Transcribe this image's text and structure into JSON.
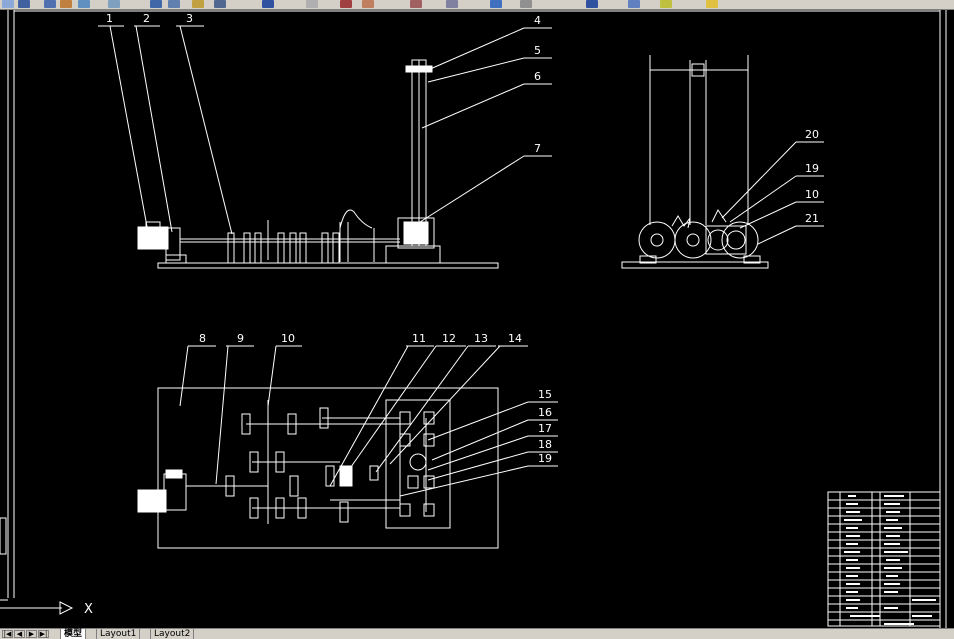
{
  "app": {
    "toolbar_icons": [
      "new-icon",
      "save-icon",
      "undo-icon",
      "redo-icon",
      "pan-icon",
      "zoom-icon",
      "zoom-window-icon",
      "zoom-previous-icon",
      "properties-icon",
      "design-center-icon",
      "tool-palette-icon",
      "layer-icon",
      "color-icon"
    ]
  },
  "callouts": {
    "c1": "1",
    "c2": "2",
    "c3": "3",
    "c4": "4",
    "c5": "5",
    "c6": "6",
    "c7": "7",
    "c8": "8",
    "c9": "9",
    "c10": "10",
    "c11": "11",
    "c12": "12",
    "c13": "13",
    "c14": "14",
    "c15": "15",
    "c16": "16",
    "c17": "17",
    "c18": "18",
    "c19": "19",
    "c20": "20",
    "c19b": "19",
    "c10b": "10",
    "c21": "21"
  },
  "ucs": {
    "x_label": "X"
  },
  "tabs": {
    "model": "模型",
    "layout1": "Layout1",
    "layout2": "Layout2"
  },
  "colors": {
    "background": "#000000",
    "lines": "#ffffff",
    "ui_gray": "#d4d0c8"
  }
}
